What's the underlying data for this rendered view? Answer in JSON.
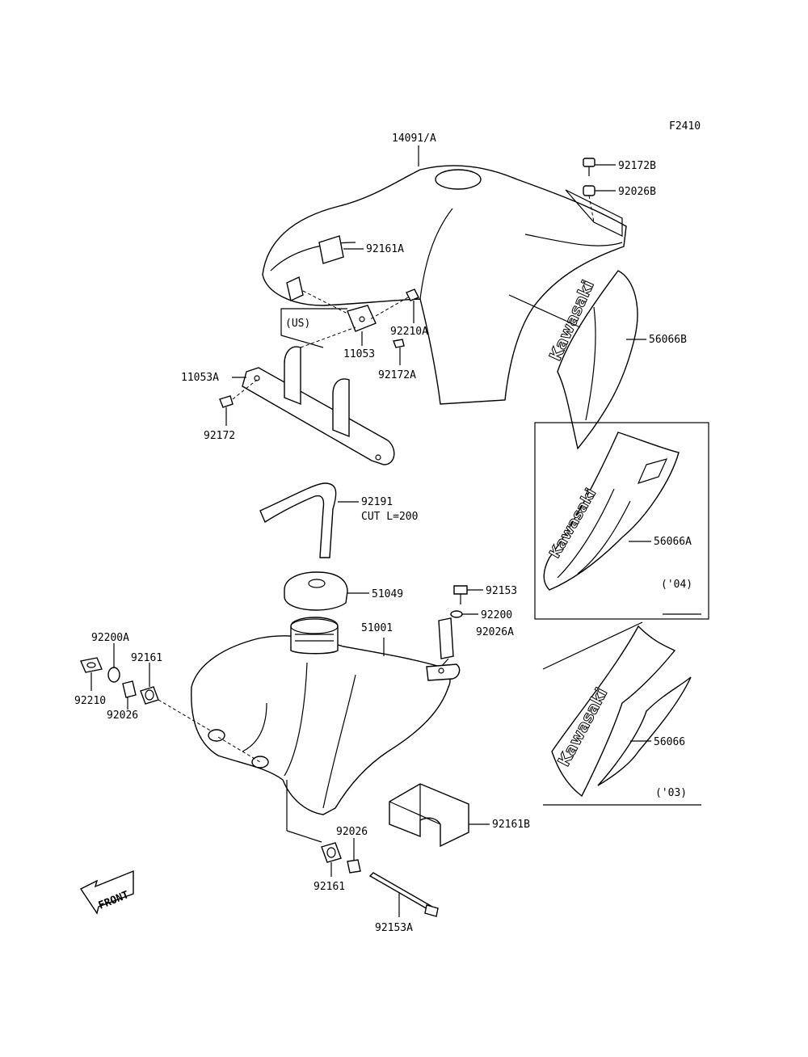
{
  "figure_id": "F2410",
  "inset_us_label": "(US)",
  "inset_04_label": "('04)",
  "inset_03_label": "('03)",
  "front_label": "FRONT",
  "decal_brand": "Kawasaki",
  "parts": {
    "p14091A": "14091/A",
    "p92172B": "92172B",
    "p92026B": "92026B",
    "p92161A": "92161A",
    "p56066B": "56066B",
    "p92210A": "92210A",
    "p11053": "11053",
    "p92172A": "92172A",
    "p11053A": "11053A",
    "p92172": "92172",
    "p92191": "92191",
    "p92191_note": "CUT L=200",
    "p56066A": "56066A",
    "p51049": "51049",
    "p92153": "92153",
    "p92200": "92200",
    "p92026A": "92026A",
    "p51001": "51001",
    "p92200A": "92200A",
    "p92161_top": "92161",
    "p92210": "92210",
    "p92026_left": "92026",
    "p56066": "56066",
    "p92161B": "92161B",
    "p92026_bottom": "92026",
    "p92161_bottom": "92161",
    "p92153A": "92153A"
  }
}
